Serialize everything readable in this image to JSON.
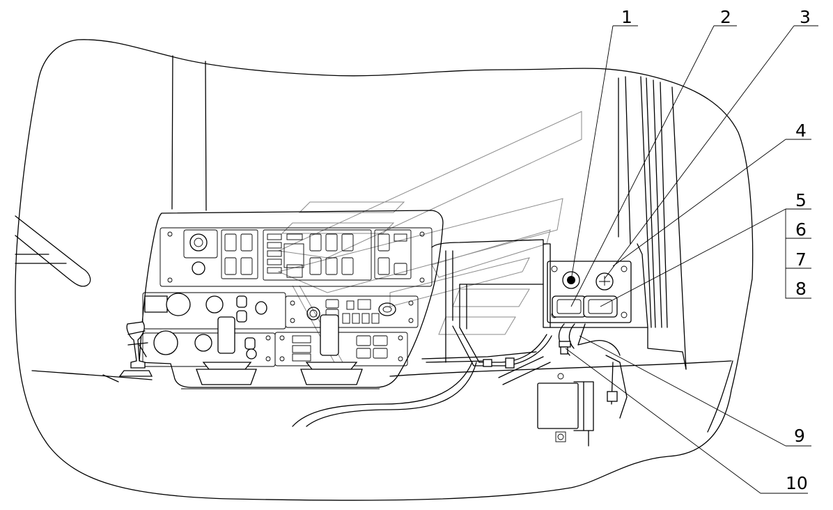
{
  "callouts": [
    {
      "label": "1"
    },
    {
      "label": "2"
    },
    {
      "label": "3"
    },
    {
      "label": "4"
    },
    {
      "label": "5"
    },
    {
      "label": "6"
    },
    {
      "label": "7"
    },
    {
      "label": "8"
    },
    {
      "label": "9"
    },
    {
      "label": "10"
    }
  ]
}
